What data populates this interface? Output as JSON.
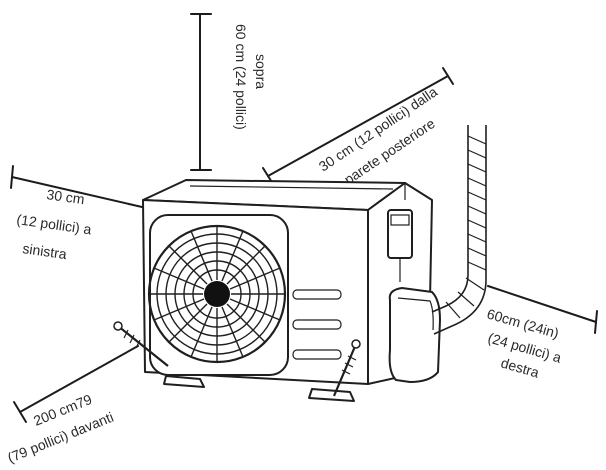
{
  "labels": {
    "top_line1": "60 cm (24 pollici)",
    "top_line2": "sopra",
    "rear_line1": "30 cm (12 pollici) dalla",
    "rear_line2": "fr  parete posteriore",
    "left_line1": "30 cm",
    "left_line2": "(12 pollici) a",
    "left_line3": "sinistra",
    "right_line1": "60cm (24in)",
    "right_line2": "(24 pollici) a",
    "right_line3": "destra",
    "front_line1": "200 cm79",
    "front_line2": "(79 pollici) davanti"
  },
  "icons": {
    "unit": "outdoor-ac-unit-icon",
    "fan": "fan-icon",
    "pipe": "refrigerant-pipe-icon",
    "bolt": "anchor-bolt-icon"
  }
}
